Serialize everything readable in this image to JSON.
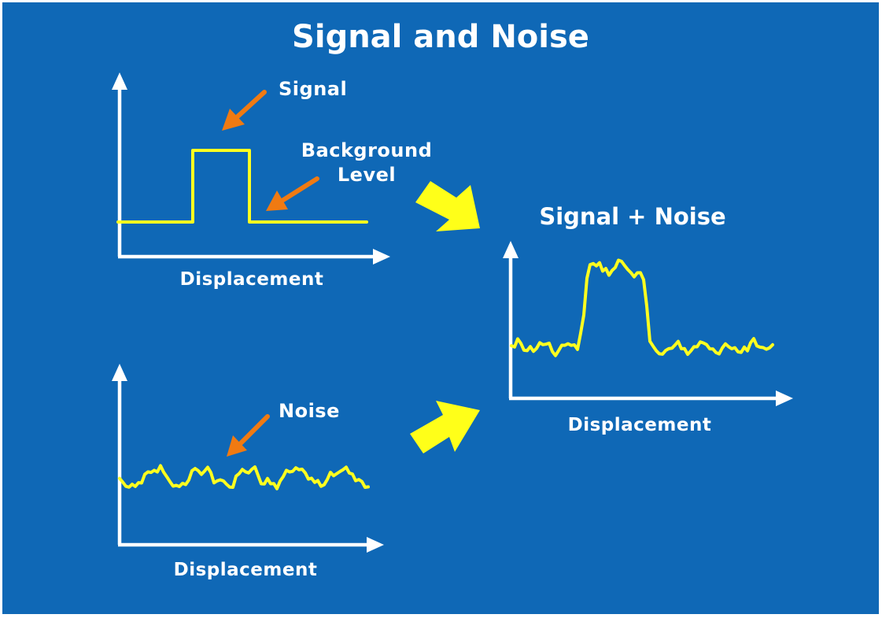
{
  "title": "Signal and Noise",
  "colors": {
    "background": "#0f68b6",
    "axis": "#ffffff",
    "trace": "#ffff1f",
    "pointer": "#f07a12",
    "flow_arrow": "#ffff19",
    "text": "#ffffff"
  },
  "panels": {
    "signal": {
      "x_label": "Displacement",
      "annotations": {
        "signal": "Signal",
        "background_line1": "Background",
        "background_line2": "Level"
      }
    },
    "noise": {
      "x_label": "Displacement",
      "annotations": {
        "noise": "Noise"
      }
    },
    "combined": {
      "heading": "Signal + Noise",
      "x_label": "Displacement"
    }
  },
  "icons": {
    "pointer": "orange-arrow-icon",
    "flow": "yellow-block-arrow-icon"
  }
}
